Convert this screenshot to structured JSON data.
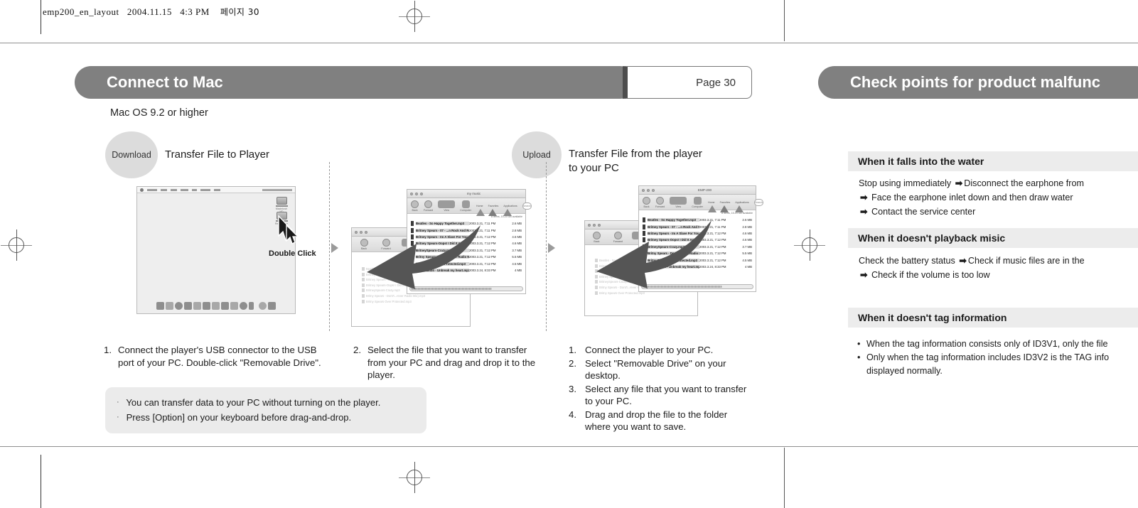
{
  "film_header": {
    "filename": "emp200_en_layout",
    "date": "2004.11.15",
    "time": "4:3 PM",
    "korean": "페이지 30"
  },
  "left_page": {
    "title": "Connect to Mac",
    "page_label": "Page 30",
    "subtitle": "Mac OS 9.2 or higher",
    "download": {
      "badge": "Download",
      "heading": "Transfer File to Player"
    },
    "upload": {
      "badge": "Upload",
      "heading_line1": "Transfer File from the player",
      "heading_line2": "to your PC"
    },
    "double_click_label": "Double Click",
    "step1": {
      "num": "1.",
      "line1": "Connect the player's USB connector to the USB",
      "line2": "port of your PC. Double-click \"Removable Drive\"."
    },
    "step2": {
      "num": "2.",
      "line1": "Select the file that you want to transfer",
      "line2": "from your PC and drag and drop it to the",
      "line3": "player."
    },
    "upload_steps": [
      {
        "num": "1.",
        "lines": [
          "Connect the player to your PC."
        ]
      },
      {
        "num": "2.",
        "lines": [
          "Select \"Removable Drive\" on your",
          "desktop."
        ]
      },
      {
        "num": "3.",
        "lines": [
          "Select any file that you want to transfer",
          "to your PC."
        ]
      },
      {
        "num": "4.",
        "lines": [
          "Drag and drop the file to the folder",
          "where you want to save."
        ]
      }
    ],
    "note": {
      "bullet": "·",
      "lines": [
        "You can transfer data to your PC without turning on the player.",
        "Press [Option] on your keyboard before drag-and-drop."
      ]
    }
  },
  "mac_shots": {
    "desktop": {
      "drive1_label": "Macintosh HD",
      "drive2_label": "Removable"
    },
    "finder_window_title_1": "my music",
    "finder_window_title_2": "EMP-200",
    "toolbar_items": [
      {
        "label": "Back"
      },
      {
        "label": "Forward"
      },
      {
        "label": "View"
      },
      {
        "label": "Computer"
      },
      {
        "label": "Home"
      },
      {
        "label": "Favorites"
      },
      {
        "label": "Applications"
      }
    ],
    "search_placeholder": "Search",
    "status_line_1": "8 items, 15.23 GB available",
    "status_line_2": "8 items, 15.23 GB available",
    "files": [
      {
        "name": "Beatles - So Happy Together.mp3",
        "date": "2003.3.21, 7:11 PM",
        "size": "2.6 MB"
      },
      {
        "name": "Britney Spears - 07 - ...n Rock And Roll.mp3",
        "date": "2003.3.21, 7:11 PM",
        "size": "2.8 MB"
      },
      {
        "name": "Britney Spears - Im A Slave For You.mp3",
        "date": "2003.3.21, 7:12 PM",
        "size": "4.6 MB"
      },
      {
        "name": "Britney Spears-Oops! I Did It Again.mp3",
        "date": "2003.3.21, 7:12 PM",
        "size": "4.6 MB"
      },
      {
        "name": "BritneySpears-Crazy.mp3",
        "date": "2003.3.21, 7:12 PM",
        "size": "3.7 MB"
      },
      {
        "name": "Britny Spears - Dont't...rever Radio Mix).mp3",
        "date": "2003.3.21, 7:12 PM",
        "size": "5.5 MB"
      },
      {
        "name": "Britny Spears Over Protected.mp3",
        "date": "2003.3.21, 7:12 PM",
        "size": "4.5 MB"
      },
      {
        "name": "Toni Braxton - Unbreak my heart.mp3",
        "date": "2003.3.24, 8:33 PM",
        "size": "4 MB"
      }
    ],
    "ghost_files": [
      "Beatles - So Happy Together.mp3",
      "Britney Spears - 07 -...n Rock And Roll.mp3",
      "Britney Spears - Im A Slave For You.mp3",
      "Britney Spears-Oops! I Did It Again.mp3",
      "BritneySpears-Crazy.mp3",
      "Britny Spears - Dont't...rever Radio Mix).mp3",
      "Britny Spears Over Protected.mp3"
    ]
  },
  "right_page": {
    "title": "Check points for product malfunc",
    "sections": [
      {
        "heading": "When it falls into the water",
        "type": "arrow",
        "rows": [
          {
            "pre": "Stop using immediately ",
            "arrow": "➡",
            "post": "Disconnect the earphone from"
          },
          {
            "pre": "",
            "arrow": "➡",
            "post": " Face the earphone inlet down and then draw water"
          },
          {
            "pre": "",
            "arrow": "➡",
            "post": " Contact the service center"
          }
        ]
      },
      {
        "heading": "When it doesn't playback misic",
        "type": "arrow",
        "rows": [
          {
            "pre": "Check the battery status ",
            "arrow": "➡",
            "post": "Check if music files are in the"
          },
          {
            "pre": "",
            "arrow": "➡",
            "post": " Check if the volume is too low"
          }
        ]
      },
      {
        "heading": "When it doesn't tag information",
        "type": "bullet",
        "bullets": [
          [
            "When the tag information consists only of ID3V1, only the file"
          ],
          [
            "Only when the tag information includes ID3V2 is the TAG info",
            "displayed normally."
          ]
        ]
      }
    ]
  },
  "colors": {
    "title_bar": "#808080",
    "panel_head": "#ececec",
    "note_bg": "#ebebeb",
    "bubble": "#dcdcdc"
  }
}
